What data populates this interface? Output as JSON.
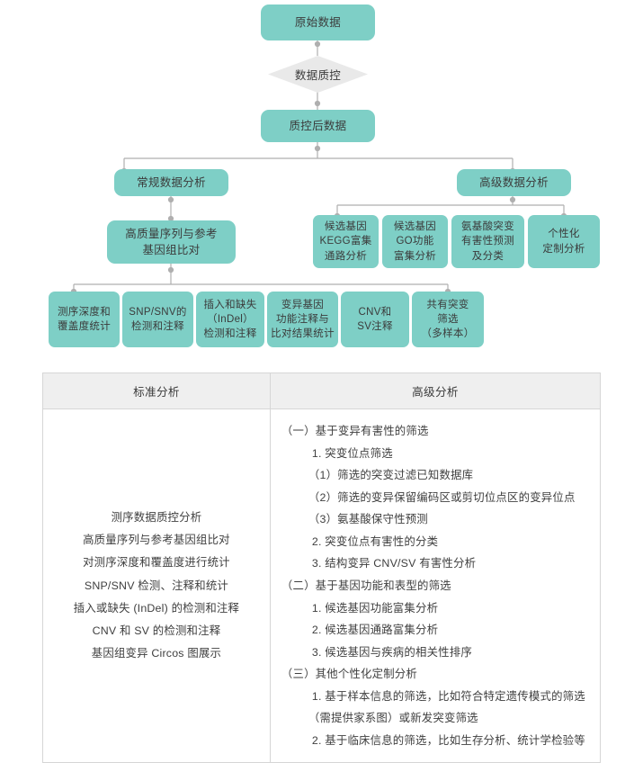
{
  "colors": {
    "node_fill": "#7ECFC6",
    "decision_fill": "#E9E9E9",
    "connector": "#AFAFAF",
    "table_header_bg": "#EFEFEF",
    "table_border": "#D6D6D6",
    "text": "#3A3A3A"
  },
  "flow": {
    "nodes": [
      {
        "id": "raw-data",
        "label": "原始数据"
      },
      {
        "id": "data-qc",
        "label": "数据质控"
      },
      {
        "id": "post-qc-data",
        "label": "质控后数据"
      },
      {
        "id": "routine-analysis",
        "label": "常规数据分析"
      },
      {
        "id": "advanced-analysis",
        "label": "高级数据分析"
      },
      {
        "id": "align-reference",
        "label": "高质量序列与参考\n基因组比对"
      },
      {
        "id": "kegg-enrich",
        "label": "候选基因\nKEGG富集\n通路分析"
      },
      {
        "id": "go-enrich",
        "label": "候选基因\nGO功能\n富集分析"
      },
      {
        "id": "aa-mutation-predict",
        "label": "氨基酸突变\n有害性预测\n及分类"
      },
      {
        "id": "custom-analysis",
        "label": "个性化\n定制分析"
      },
      {
        "id": "depth-coverage",
        "label": "测序深度和\n覆盖度统计"
      },
      {
        "id": "snp-snv",
        "label": "SNP/SNV的\n检测和注释"
      },
      {
        "id": "indel",
        "label": "插入和缺失\n（InDel）\n检测和注释"
      },
      {
        "id": "variant-gene-anno",
        "label": "变异基因\n功能注释与\n比对结果统计"
      },
      {
        "id": "cnv-sv-anno",
        "label": "CNV和\nSV注释"
      },
      {
        "id": "shared-mutation",
        "label": "共有突变\n筛选\n（多样本）"
      }
    ]
  },
  "table": {
    "headers": [
      "标准分析",
      "高级分析"
    ],
    "standard_lines": [
      "测序数据质控分析",
      "高质量序列与参考基因组比对",
      "对测序深度和覆盖度进行统计",
      "SNP/SNV 检测、注释和统计",
      "插入或缺失 (InDel) 的检测和注释",
      "CNV 和 SV 的检测和注释",
      "基因组变异 Circos 图展示"
    ],
    "advanced_lines": [
      {
        "indent": 0,
        "text": "（一）基于变异有害性的筛选"
      },
      {
        "indent": 1,
        "text": "1. 突变位点筛选"
      },
      {
        "indent": 2,
        "text": "（1）筛选的突变过滤已知数据库"
      },
      {
        "indent": 2,
        "text": "（2）筛选的变异保留编码区或剪切位点区的变异位点"
      },
      {
        "indent": 2,
        "text": "（3）氨基酸保守性预测"
      },
      {
        "indent": 1,
        "text": "2. 突变位点有害性的分类"
      },
      {
        "indent": 1,
        "text": "3. 结构变异 CNV/SV 有害性分析"
      },
      {
        "indent": 0,
        "text": "（二）基于基因功能和表型的筛选"
      },
      {
        "indent": 1,
        "text": "1. 候选基因功能富集分析"
      },
      {
        "indent": 1,
        "text": "2. 候选基因通路富集分析"
      },
      {
        "indent": 1,
        "text": "3. 候选基因与疾病的相关性排序"
      },
      {
        "indent": 0,
        "text": "（三）其他个性化定制分析"
      },
      {
        "indent": 1,
        "text": "1. 基于样本信息的筛选，比如符合特定遗传模式的筛选"
      },
      {
        "indent": 2,
        "text": "（需提供家系图）或新发突变筛选"
      },
      {
        "indent": 1,
        "text": "2. 基于临床信息的筛选，比如生存分析、统计学检验等"
      }
    ]
  }
}
